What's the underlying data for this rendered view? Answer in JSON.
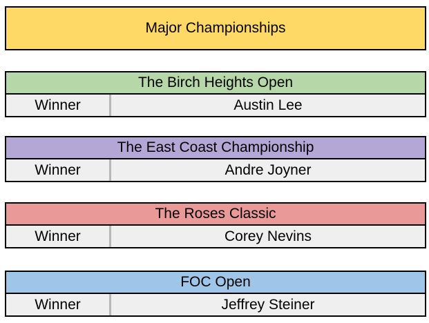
{
  "title": {
    "label": "Major Championships",
    "bg": "#FFD966"
  },
  "sections": [
    {
      "name": "The Birch Heights Open",
      "bg": "#B6D7A8",
      "row_label": "Winner",
      "winner": "Austin Lee"
    },
    {
      "name": "The East Coast Championship",
      "bg": "#B4A7D6",
      "row_label": "Winner",
      "winner": "Andre Joyner"
    },
    {
      "name": "The Roses Classic",
      "bg": "#EA9999",
      "row_label": "Winner",
      "winner": "Corey Nevins"
    },
    {
      "name": "FOC Open",
      "bg": "#9FC5E8",
      "row_label": "Winner",
      "winner": "Jeffrey Steiner"
    }
  ],
  "colors": {
    "border": "#000000",
    "row_background": "#EFEFEF",
    "cell_divider": "#B7B7B7",
    "text": "#000000"
  }
}
